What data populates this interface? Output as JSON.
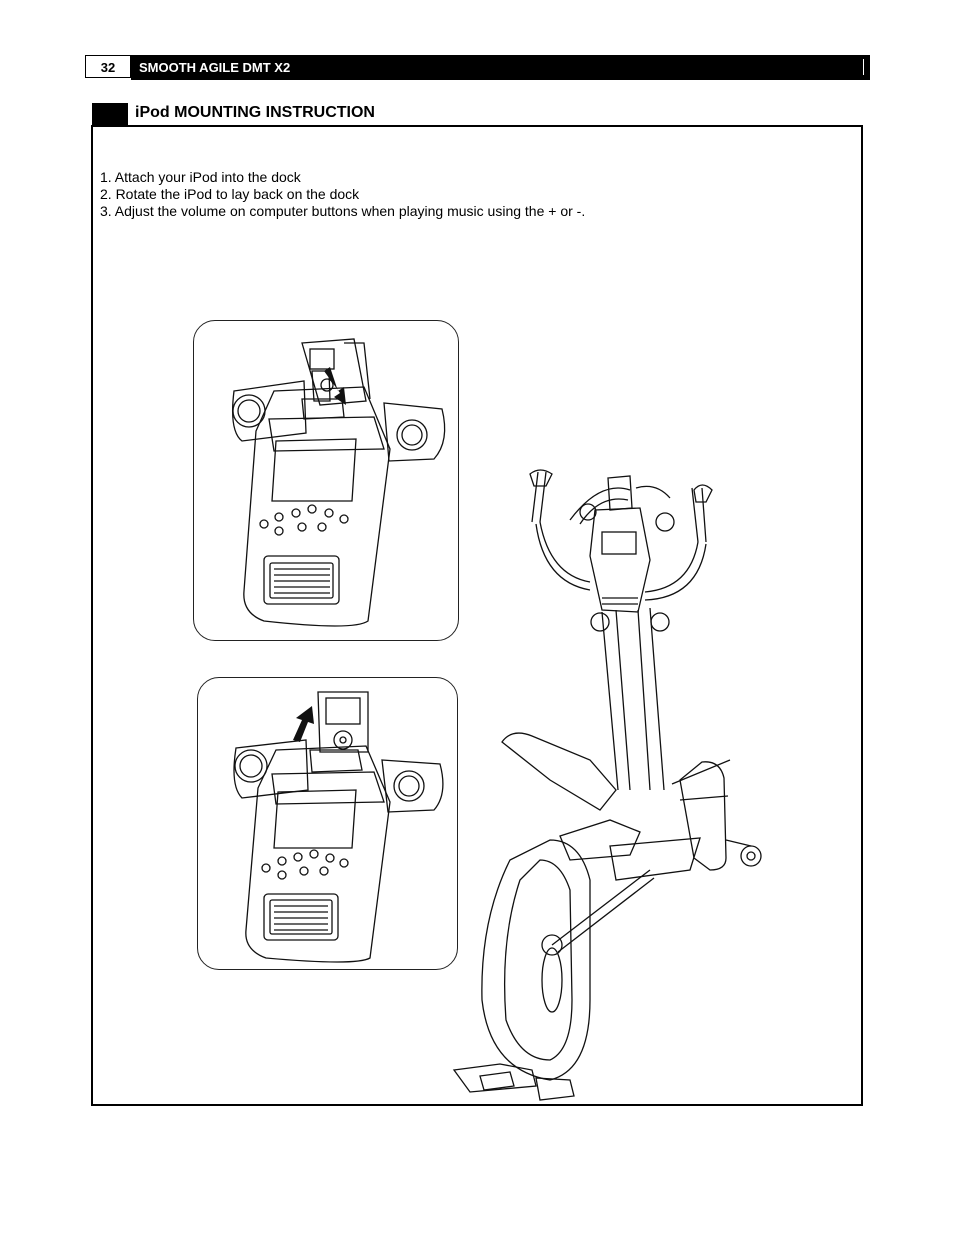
{
  "header": {
    "page_number": "32",
    "title": "SMOOTH AGILE DMT X2"
  },
  "section": {
    "title": "iPod MOUNTING INSTRUCTION"
  },
  "steps": [
    "1. Attach your iPod into the dock",
    "2. Rotate the iPod to lay back on the dock",
    "3. Adjust the volume on computer buttons when playing music using the + or -."
  ],
  "colors": {
    "ink": "#000000",
    "paper": "#ffffff"
  }
}
